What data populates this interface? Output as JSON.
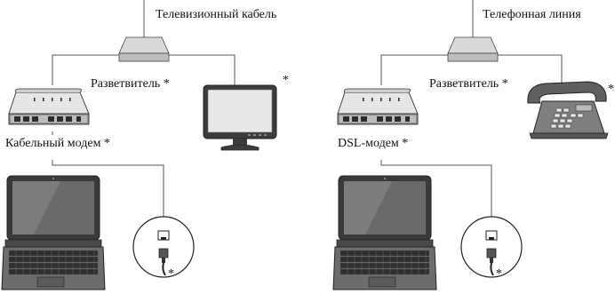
{
  "left_panel": {
    "cable_label": "Телевизионный кабель",
    "splitter_label": "Разветвитель *",
    "monitor_star": "*",
    "modem_label": "Кабельный модем *",
    "jack_star": "*"
  },
  "right_panel": {
    "line_label": "Телефонная линия",
    "splitter_label": "Разветвитель *",
    "phone_star": "*",
    "modem_label": "DSL-модем *",
    "jack_star": "*"
  },
  "colors": {
    "line": "#555555",
    "device_light": "#e2e2e2",
    "device_mid": "#b0b0b0",
    "device_dark": "#3a3a3a",
    "screen": "#5a5a5a"
  },
  "icons": {
    "splitter": "splitter-box-icon",
    "modem": "modem-icon",
    "monitor": "monitor-icon",
    "phone": "telephone-icon",
    "laptop": "laptop-icon",
    "jack": "ethernet-jack-icon"
  }
}
